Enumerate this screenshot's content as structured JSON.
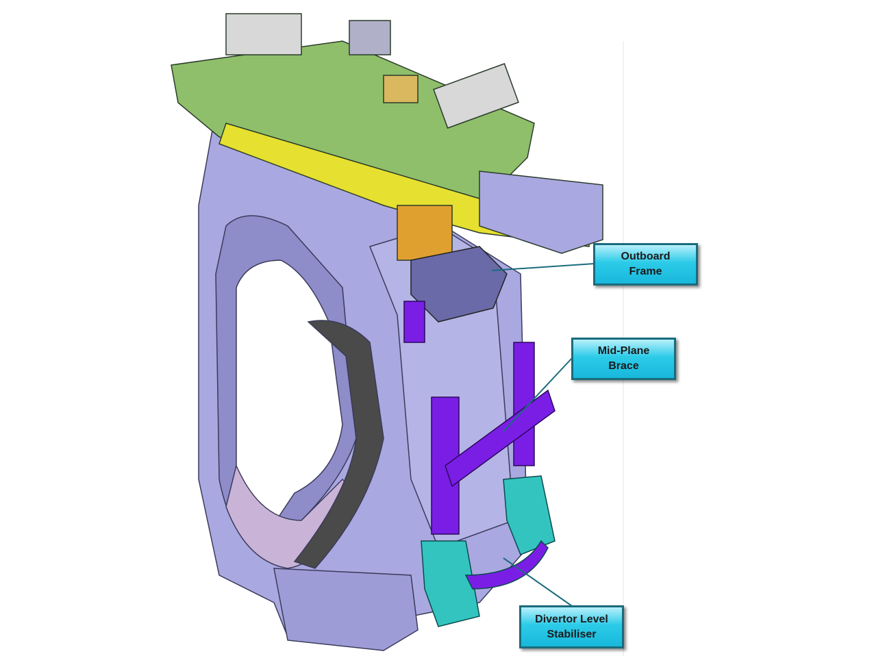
{
  "callouts": {
    "outboard_frame": "Outboard\nFrame",
    "mid_plane_brace": "Mid-Plane\nBrace",
    "divertor_level_stabiliser": "Divertor Level\nStabiliser"
  },
  "colors": {
    "structure": "#a9a8e0",
    "top_frame": "#8fbf6a",
    "walkway": "#e6e030",
    "brace": "#7a1ee6",
    "stabiliser": "#33c4c0",
    "callout_fill": "#2ccbe8",
    "leader": "#1a6b7c"
  }
}
